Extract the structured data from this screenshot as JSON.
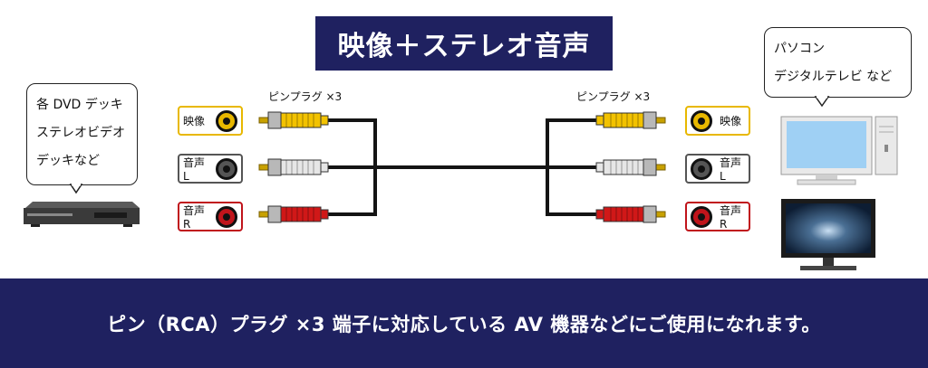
{
  "title": "映像＋ステレオ音声",
  "left_device_bubble": [
    "各 DVD デッキ",
    "ステレオビデオ",
    "デッキなど"
  ],
  "right_device_bubble": [
    "パソコン",
    "デジタルテレビ など"
  ],
  "plug_caption_left": "ピンプラグ ×3",
  "plug_caption_right": "ピンプラグ ×3",
  "jacks_left": [
    {
      "label": "映像",
      "color": "#e8b800"
    },
    {
      "label": "音声 L",
      "color": "#555555"
    },
    {
      "label": "音声 R",
      "color": "#c0141b"
    }
  ],
  "jacks_right": [
    {
      "label": "映像",
      "color": "#e8b800"
    },
    {
      "label": "音声 L",
      "color": "#555555"
    },
    {
      "label": "音声 R",
      "color": "#c0141b"
    }
  ],
  "plug_colors": {
    "video": "#f2c200",
    "audio_l": "#e6e6e6",
    "audio_r": "#d01818"
  },
  "footer": "ピン（RCA）プラグ ×3 端子に対応している AV 機器などにご使用になれます。"
}
